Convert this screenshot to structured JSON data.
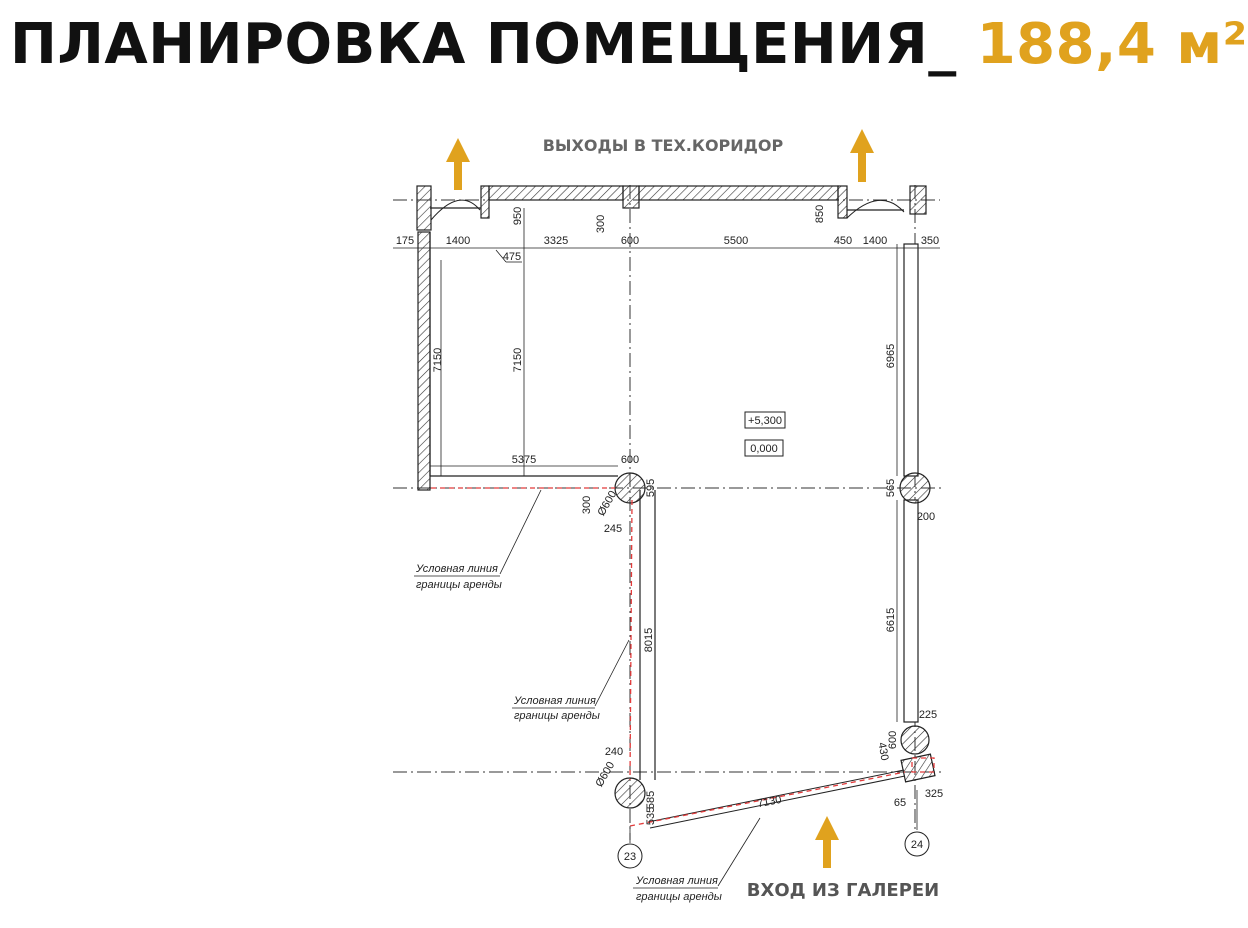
{
  "header": {
    "title": "ПЛАНИРОВКА ПОМЕЩЕНИЯ_",
    "area": "188,4 м²",
    "accent_color": "#e0a21e"
  },
  "labels": {
    "exits": "ВЫХОДЫ В ТЕХ.КОРИДОР",
    "entrance": "ВХОД ИЗ ГАЛЕРЕИ",
    "rent_boundary": [
      "Условная линия",
      "границы аренды"
    ],
    "level_top": "+5,300",
    "level_bottom": "0,000"
  },
  "dimensions": {
    "top_row": [
      "175",
      "1400",
      "3325",
      "600",
      "5500",
      "450",
      "1400",
      "350"
    ],
    "top_wall": [
      "950",
      "300",
      "850",
      "475"
    ],
    "left_height": "7150",
    "inner_height": "7150",
    "right_upper": "6965",
    "mid_width": "5375",
    "column_600": "600",
    "column_595": "595",
    "d600_a": "Ø600",
    "offset_300": "300",
    "offset_245": "245",
    "right_565": "565",
    "right_200": "200",
    "right_lower": "6615",
    "left_lower": "8015",
    "right_225": "225",
    "right_600": "600",
    "angle_430": "430",
    "offset_240": "240",
    "d600_b": "Ø600",
    "bottom_585": "585",
    "bottom_535": "535",
    "bottom_diag": "7130",
    "small_65": "65",
    "small_325": "325"
  },
  "axes": [
    "23",
    "24"
  ]
}
